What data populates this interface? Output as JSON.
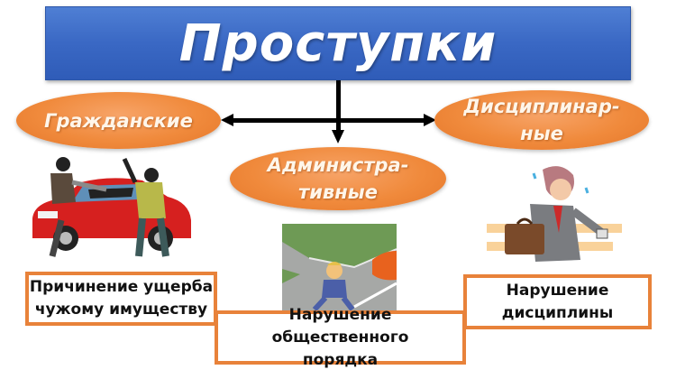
{
  "title": "Проступки",
  "categories": [
    {
      "label": "Гражданские",
      "example": "Причинение ущерба чужому имуществу",
      "image": "vandals-smashing-car"
    },
    {
      "label": "Административные",
      "label_line1": "Администра-",
      "label_line2": "тивные",
      "example": "Нарушение общественного порядка",
      "image": "boy-crossing-street"
    },
    {
      "label": "Дисциплинарные",
      "label_line1": "Дисциплинар-",
      "label_line2": "ные",
      "example": "Нарушение дисциплины",
      "image": "late-businessman-with-briefcase"
    }
  ],
  "boxes": {
    "civil_line1": "Причинение ущерба",
    "civil_line2": "чужому имуществу",
    "admin_line1": "Нарушение общественного",
    "admin_line2": "порядка",
    "disc_line1": "Нарушение",
    "disc_line2": "дисциплины"
  },
  "colors": {
    "title_bg": "#3a68c4",
    "ellipse_fill": "#f08a3c",
    "box_border": "#e8823a",
    "arrow": "#000000"
  }
}
